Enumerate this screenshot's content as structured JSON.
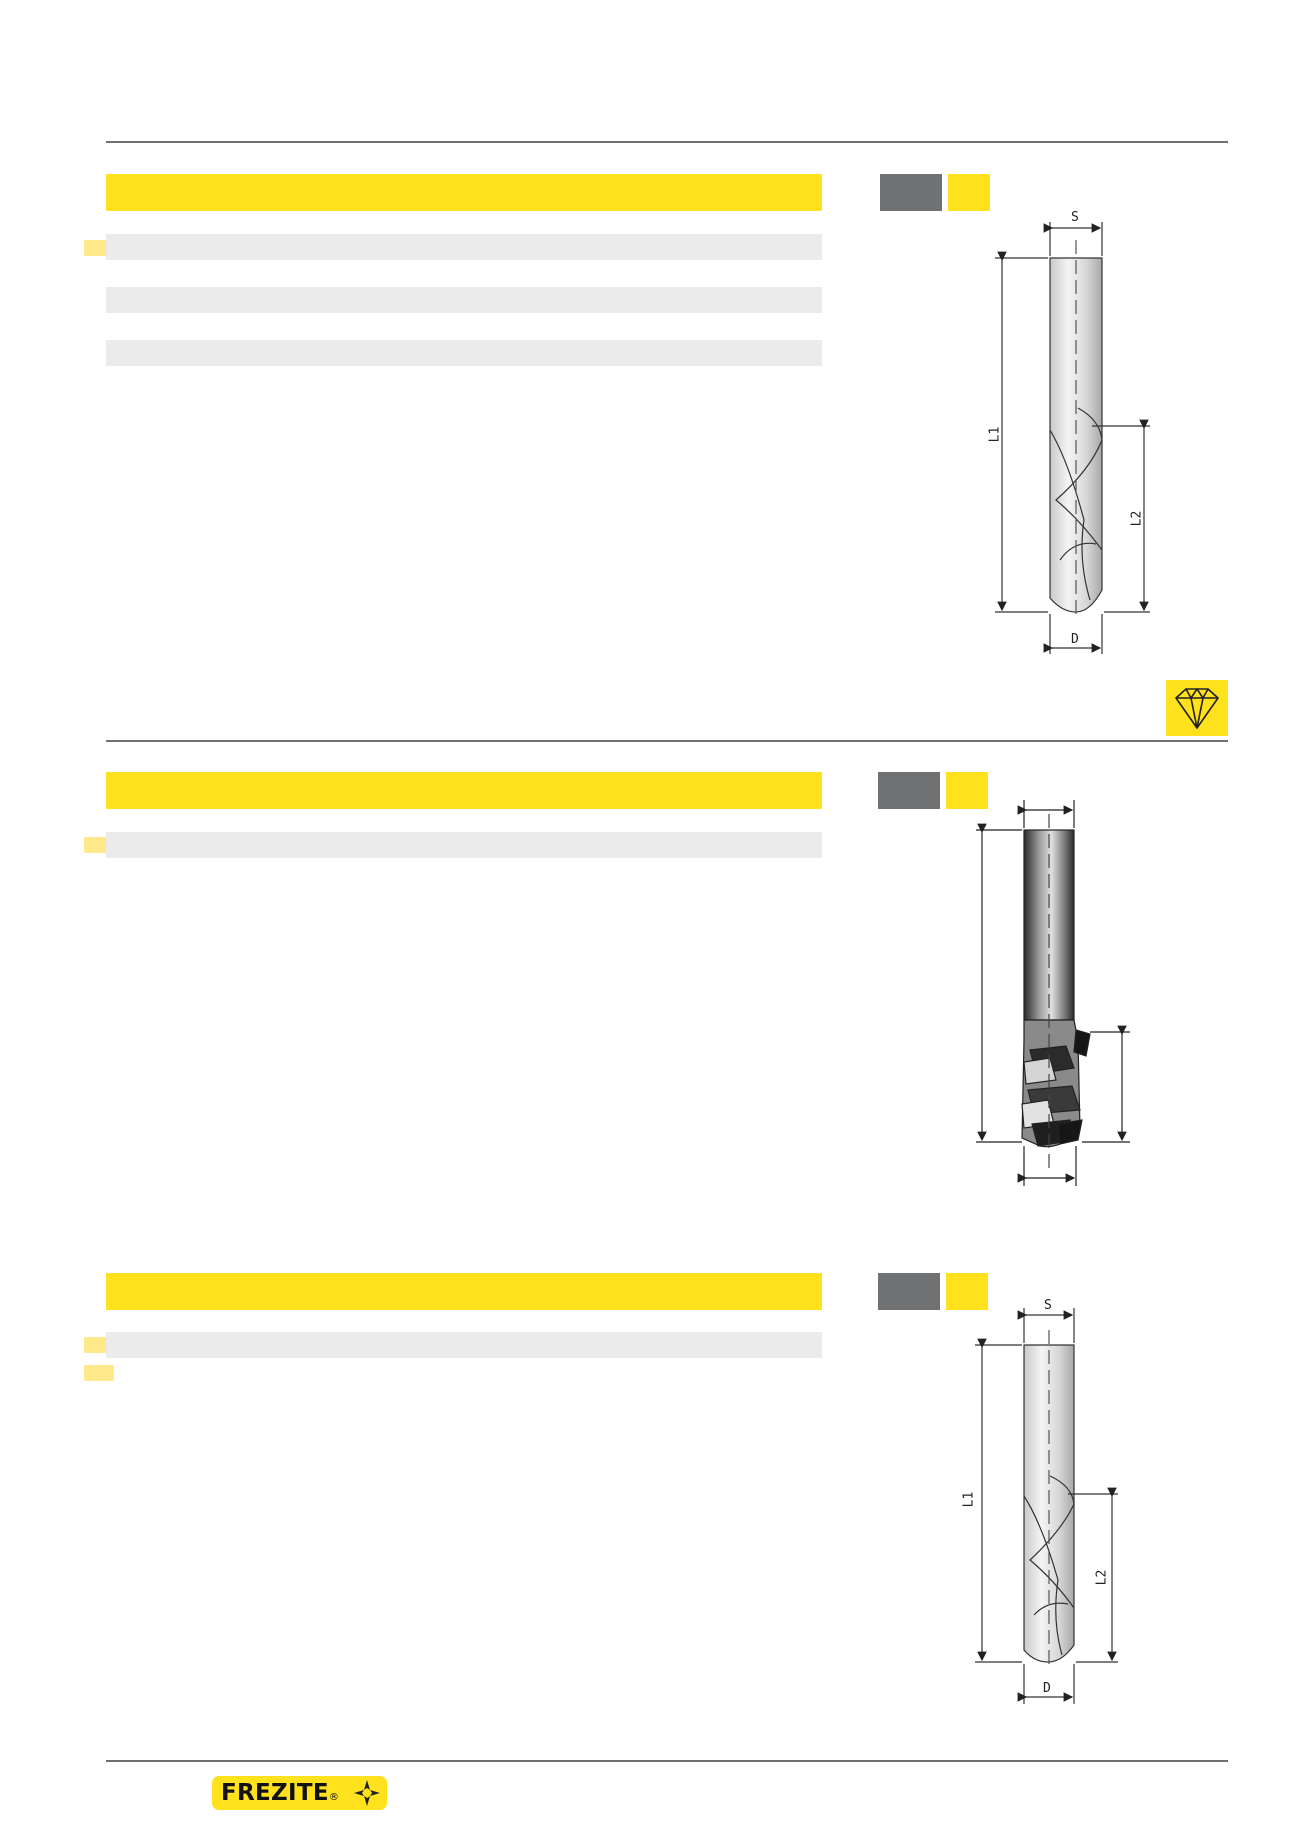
{
  "diagram_labels": {
    "top": {
      "shank": "S",
      "overall_length": "L1",
      "cutting_length": "L2",
      "diameter": "D"
    },
    "bottom": {
      "shank": "S",
      "overall_length": "L1",
      "cutting_length": "L2",
      "diameter": "D"
    }
  },
  "brand": {
    "name": "FREZITE",
    "registered": "®"
  },
  "icons": {
    "hardness_badge": "diamond-icon",
    "logo_mark": "star-cross-icon"
  },
  "colors": {
    "accent_yellow": "#FFE11E",
    "header_grey": "#707173",
    "row_grey": "#EBEBEB",
    "rule_grey": "#707070"
  }
}
